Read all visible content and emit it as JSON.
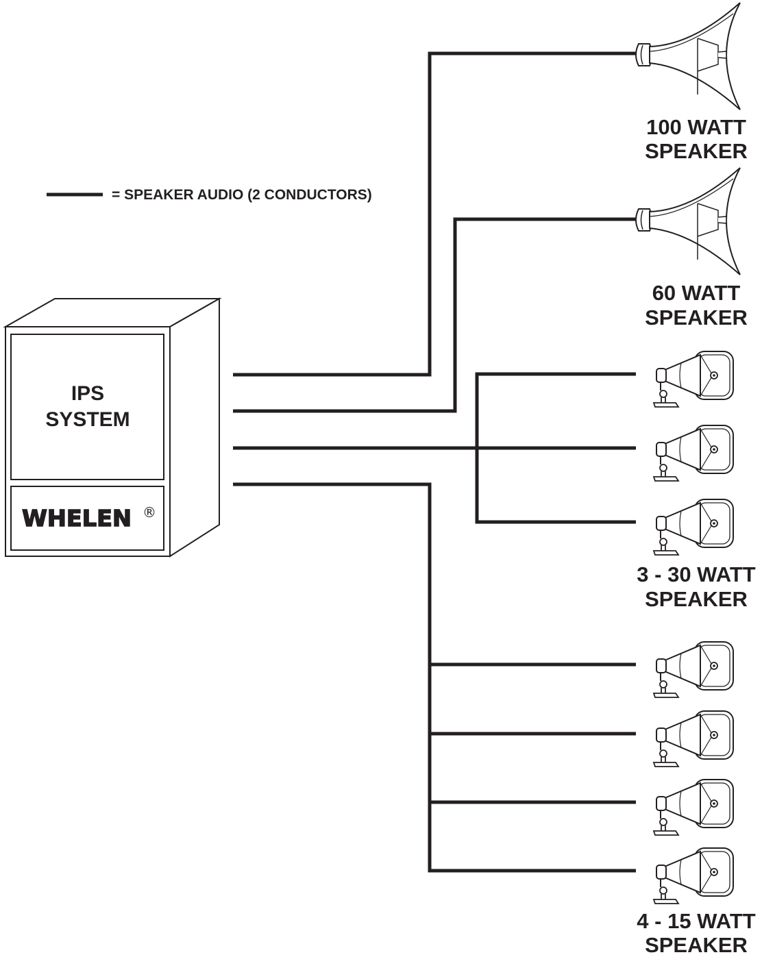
{
  "legend": {
    "text": "= SPEAKER AUDIO (2 CONDUCTORS)"
  },
  "cabinet": {
    "line1": "IPS",
    "line2": "SYSTEM",
    "brand": "WHELEN",
    "registered_mark": "®"
  },
  "speaker_groups": [
    {
      "line1": "100 WATT",
      "line2": "SPEAKER"
    },
    {
      "line1": "60 WATT",
      "line2": "SPEAKER"
    },
    {
      "line1": "3 - 30 WATT",
      "line2": "SPEAKER"
    },
    {
      "line1": "4 - 15 WATT",
      "line2": "SPEAKER"
    }
  ],
  "colors": {
    "ink": "#231f20",
    "background": "#ffffff"
  }
}
